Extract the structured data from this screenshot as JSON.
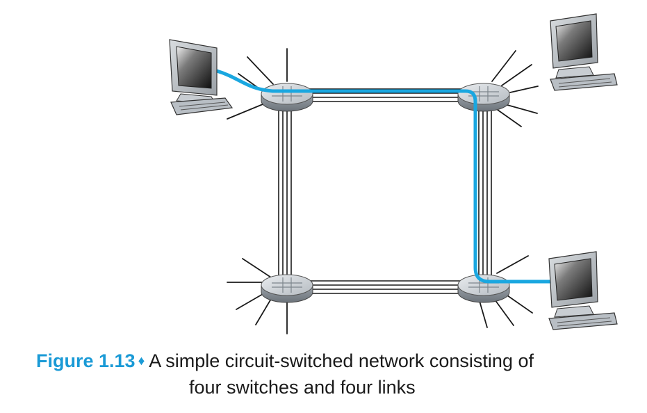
{
  "caption": {
    "label": "Figure 1.13",
    "separator": "♦",
    "text_line1": "A simple circuit-switched network consisting of",
    "text_line2": "four switches and four links"
  },
  "colors": {
    "circuit_path": "#1aa7e0",
    "caption_label": "#1a9ad6",
    "link_lines": "#1a1a1a",
    "switch_body": "#c8cdd2"
  },
  "elements": {
    "switches": 4,
    "links": 4,
    "hosts": 3,
    "icons": [
      "switch-icon",
      "computer-icon"
    ]
  }
}
